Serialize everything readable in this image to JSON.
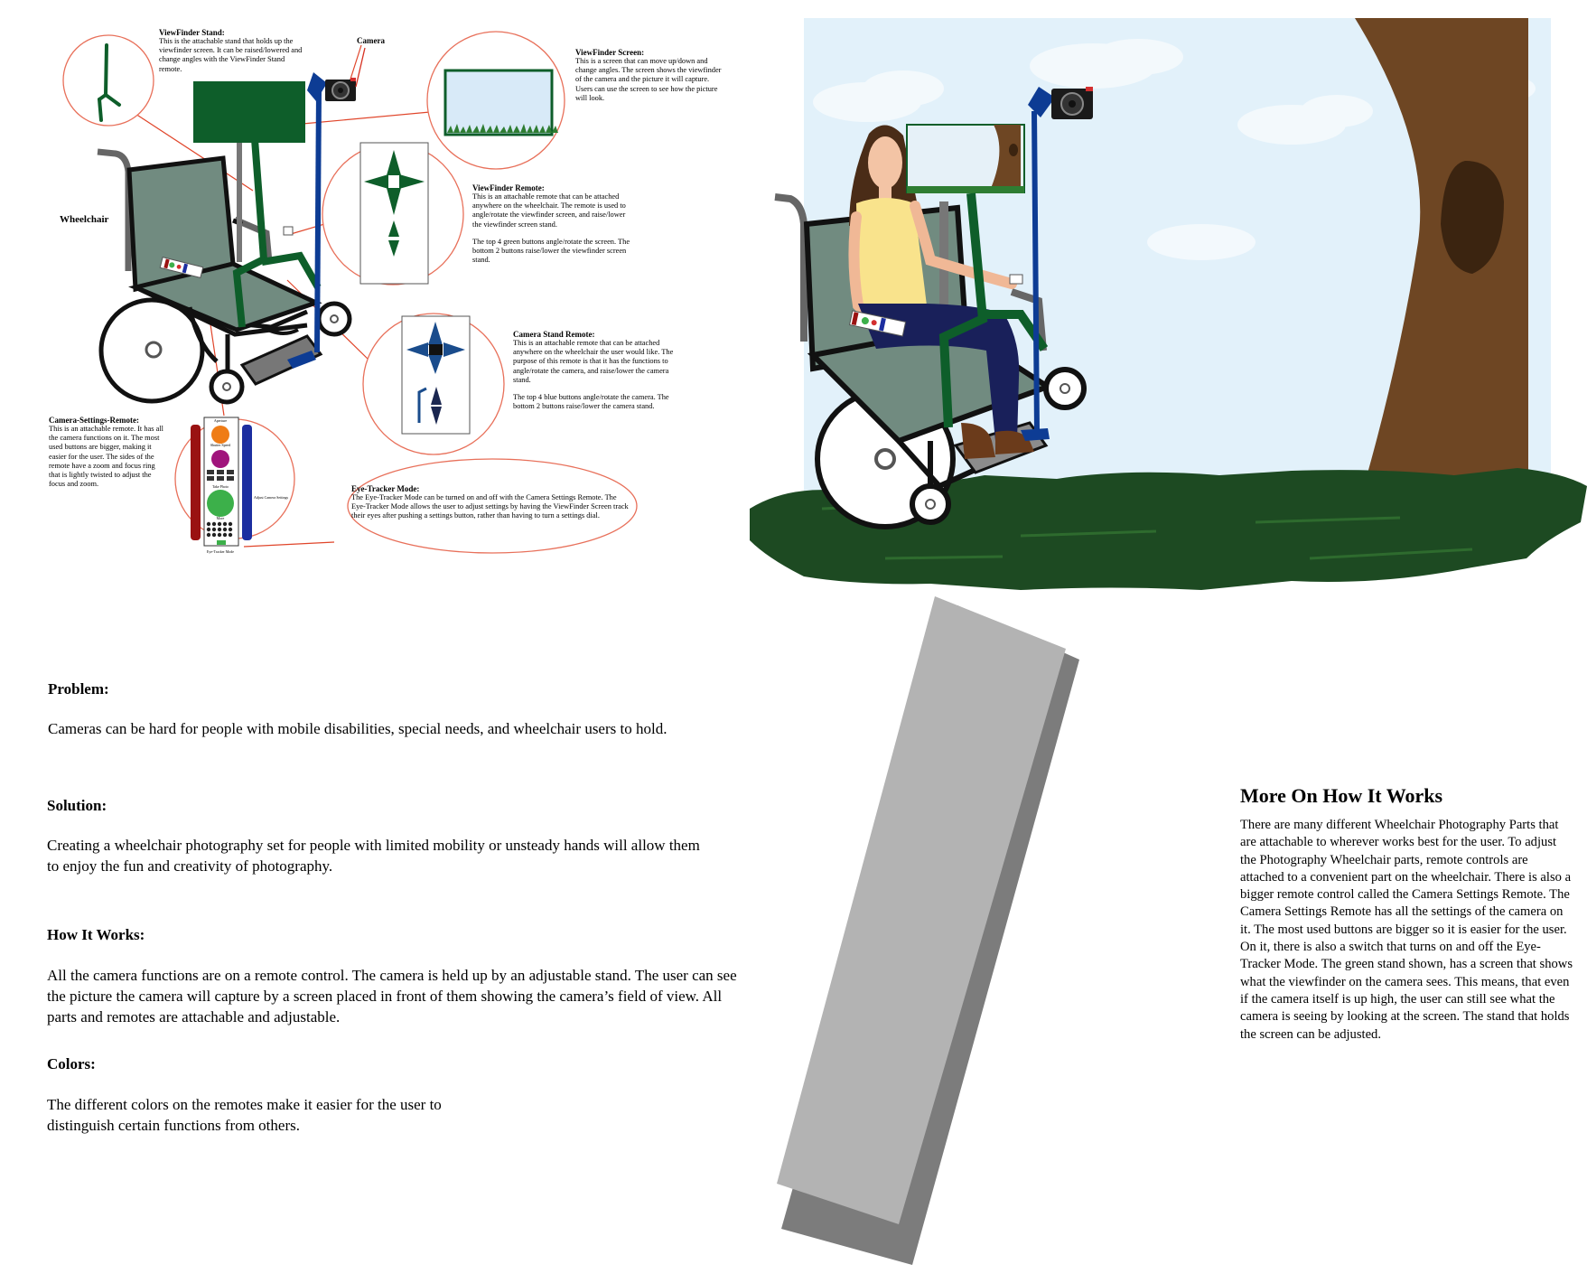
{
  "diagram": {
    "callouts": {
      "viewfinder_stand": {
        "title": "ViewFinder Stand:",
        "body": "This is the attachable stand that holds up the viewfinder screen. It can be raised/lowered and change angles with the ViewFinder Stand remote."
      },
      "camera": {
        "title": "Camera"
      },
      "viewfinder_screen": {
        "title": "ViewFinder Screen:",
        "body": "This is a screen that can move up/down and change angles. The screen shows the viewfinder of the camera and the picture it will capture. Users can use the screen to see how the picture will look."
      },
      "wheelchair": {
        "title": "Wheelchair"
      },
      "viewfinder_remote": {
        "title": "ViewFinder Remote:",
        "body": "This is an attachable remote that can be attached anywhere on the wheelchair. The remote is used to angle/rotate the viewfinder screen, and raise/lower the viewfinder screen stand.",
        "body2": "The top 4 green buttons angle/rotate the screen. The bottom 2 buttons raise/lower the viewfinder screen stand."
      },
      "camera_stand_remote": {
        "title": "Camera Stand Remote:",
        "body": "This is an attachable remote that can be attached anywhere on the wheelchair the user would like. The purpose of this remote is that it has the functions to angle/rotate the camera, and raise/lower the camera stand.",
        "body2": "The top 4 blue buttons angle/rotate the camera. The bottom 2 buttons raise/lower the camera stand."
      },
      "camera_settings_remote": {
        "title": "Camera-Settings-Remote:",
        "body": "This is an attachable remote. It has all the camera functions on it. The most used buttons are bigger, making it easier for the user. The sides of the remote have a zoom and focus ring that is lightly twisted to adjust the focus and zoom."
      },
      "eye_tracker": {
        "title": "Eye-Tracker Mode:",
        "body": "The Eye-Tracker Mode can be turned on and off with the Camera Settings Remote. The Eye-Tracker Mode allows the user to adjust settings by having the ViewFinder Screen track their eyes after pushing a settings button, rather than having to turn a settings dial."
      }
    },
    "remote_labels": {
      "aperture": "Aperture",
      "shutter": "Shutter Speed",
      "take_photo": "Take Photo",
      "more": "More",
      "adjust": "Adjust Camera Settings",
      "eye_tracker": "Eye-Tracker Mode"
    }
  },
  "sections": {
    "problem": {
      "heading": "Problem:",
      "text": "Cameras can be hard for people with mobile disabilities, special needs, and wheelchair users to hold."
    },
    "solution": {
      "heading": "Solution:",
      "text": "Creating a wheelchair photography set for people with limited mobility or unsteady hands will allow them to enjoy the fun and creativity of photography."
    },
    "how": {
      "heading": "How It Works:",
      "text": "All the camera functions are on a remote control. The camera is held up by an adjustable stand. The user can see the picture the camera will capture by a screen placed in front of them showing the camera’s field of view. All parts and remotes are attachable and adjustable."
    },
    "colors": {
      "heading": "Colors:",
      "text": "The different colors on the remotes make it easier for the user to distinguish certain functions from others."
    }
  },
  "more": {
    "heading": "More On How It Works",
    "text": "There are many different Wheelchair Photography Parts that are attachable to wherever works best for the user. To adjust the Photography Wheelchair parts, remote controls are attached to a convenient part on the wheelchair. There is also a bigger remote control called the Camera Settings Remote. The Camera Settings Remote has all the settings of the camera on it. The most used buttons are bigger so it is easier for the user. On it, there is also a switch that turns on and off the Eye-Tracker Mode. The green stand shown, has a screen that shows what the viewfinder on the camera sees. This means, that even if the camera itself is up high, the user can still see what the camera is seeing by looking at the screen. The stand that holds the screen can be adjusted."
  },
  "colors": {
    "stand_green": "#0e5e2a",
    "camera_blue": "#0d3c94",
    "remote_blue": "#1a4c8c",
    "chair_seat": "#718b80",
    "outline_red": "#e65a3c",
    "tree": "#6e4623",
    "grass": "#1d4a22",
    "sky": "#e2f1fa",
    "ramp": "#b3b3b3"
  }
}
